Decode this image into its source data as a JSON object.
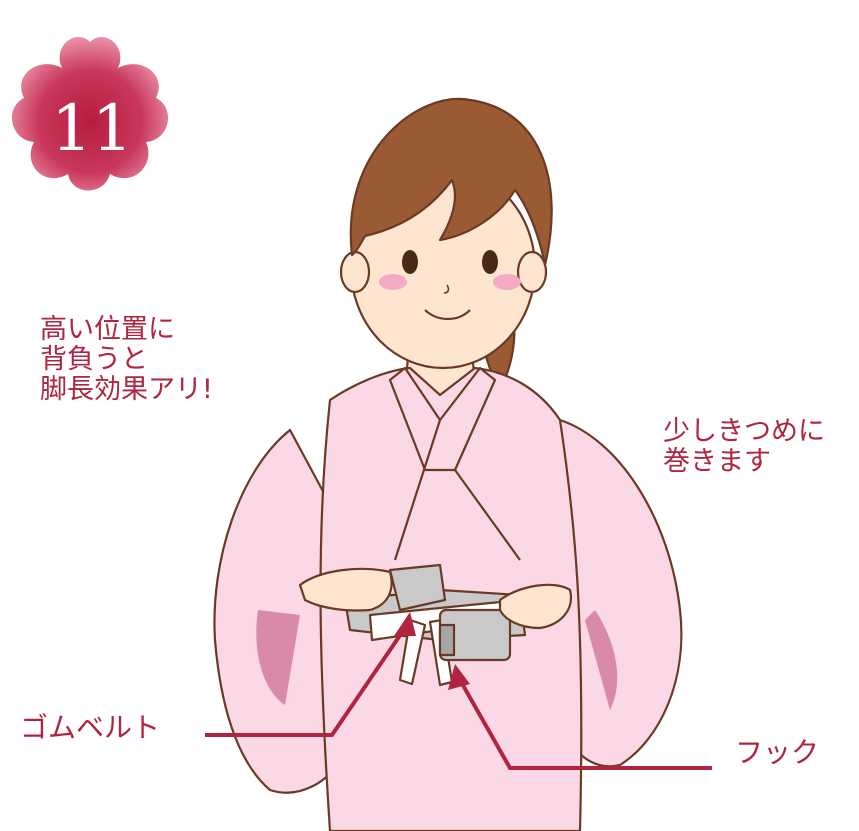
{
  "step": {
    "number": "11"
  },
  "notes": {
    "left": [
      "高い位置に",
      "背負うと",
      "脚長効果アリ!"
    ],
    "right": [
      "少しきつめに",
      "巻きます"
    ]
  },
  "labels": {
    "belt": "ゴムベルト",
    "hook": "フック"
  },
  "colors": {
    "accent": "#b0243f",
    "kimono": "#fbd8e6",
    "hair": "#9a5a34",
    "belt": "#c9c9c9"
  }
}
